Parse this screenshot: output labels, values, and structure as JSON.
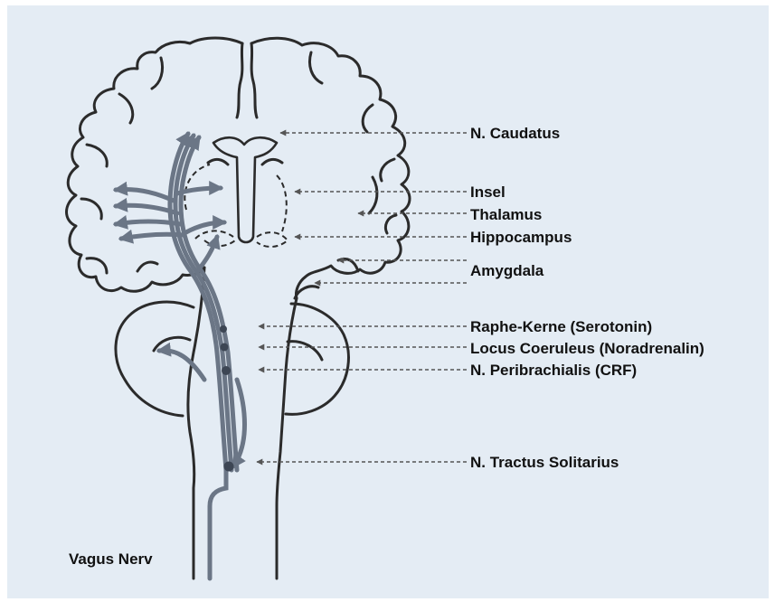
{
  "labels": {
    "caudatus": "N. Caudatus",
    "insel": "Insel",
    "thalamus": "Thalamus",
    "hippocampus": "Hippocampus",
    "amygdala": "Amygdala",
    "raphe": "Raphe-Kerne (Serotonin)",
    "locus": "Locus Coeruleus (Noradrenalin)",
    "peribrachialis": "N. Peribrachialis (CRF)",
    "solitarius": "N. Tractus Solitarius",
    "vagus": "Vagus Nerv"
  },
  "colors": {
    "background": "#e4ecf4",
    "outline": "#2b2b2b",
    "pathway": "#6b7686",
    "leader": "#555555"
  }
}
